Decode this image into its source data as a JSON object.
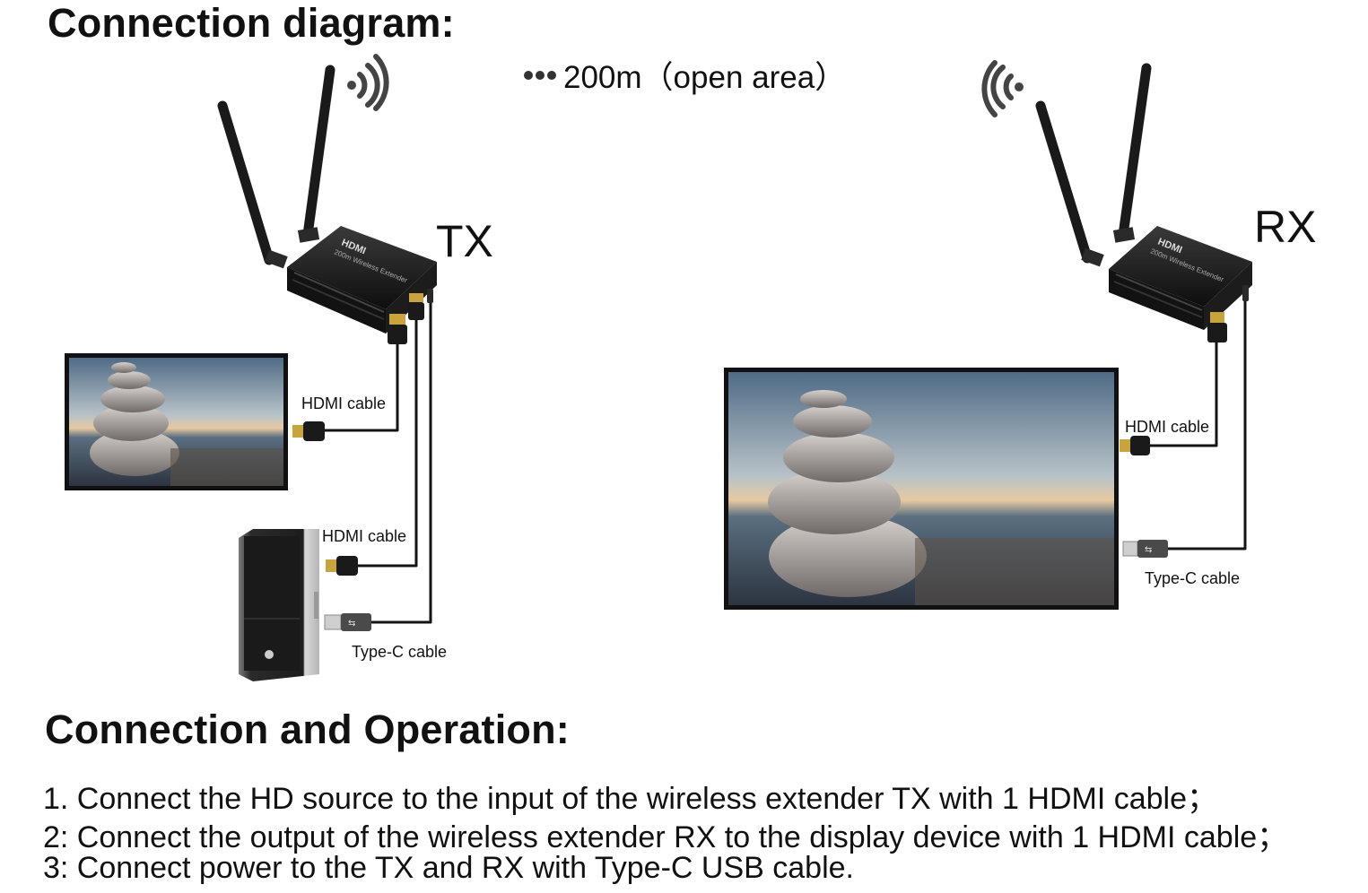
{
  "diagram": {
    "title": "Connection diagram:",
    "distance_label": "200m（open area）",
    "tx_label": "TX",
    "rx_label": "RX",
    "device_brand": "HDMI",
    "device_model": "200m Wireless Extender",
    "cables": {
      "tx_hdmi_display": "HDMI cable",
      "tx_hdmi_pc": "HDMI cable",
      "tx_typec": "Type-C cable",
      "rx_hdmi": "HDMI cable",
      "rx_typec": "Type-C cable"
    },
    "icons": [
      "wifi-signal-icon",
      "hdmi-plug-icon",
      "usb-plug-icon",
      "antenna-icon"
    ]
  },
  "operation": {
    "title": "Connection and Operation:",
    "steps": [
      "1. Connect the HD source to the input of the wireless extender TX with 1 HDMI cable；",
      "2: Connect the output of the wireless extender RX to the display device with 1 HDMI cable；",
      "3: Connect power to the TX and RX with Type-C USB cable."
    ]
  },
  "colors": {
    "text": "#111111",
    "device": "#1a1a1a",
    "cable": "#141414",
    "signal": "#444444"
  }
}
